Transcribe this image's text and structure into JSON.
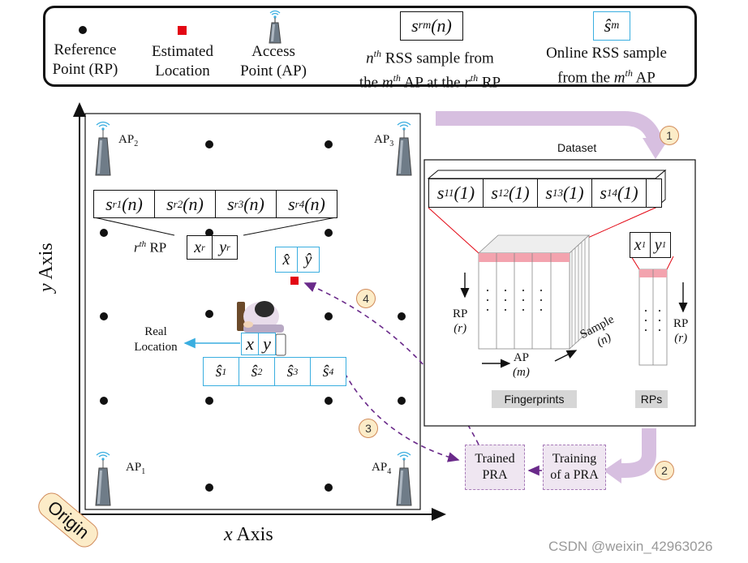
{
  "legend": {
    "reference_point": [
      "Reference",
      "Point (RP)"
    ],
    "estimated_location": [
      "Estimated",
      "Location"
    ],
    "access_point": [
      "Access",
      "Point (AP)"
    ],
    "rss_symbol": "s_rm(n)",
    "rss_desc": [
      "n^th RSS sample from",
      "the m^th AP at the r^th RP"
    ],
    "online_symbol": "ŝ_m",
    "online_desc": [
      "Online RSS  sample",
      "from the m^th  AP"
    ]
  },
  "axes": {
    "x_label": "x Axis",
    "y_label": "y Axis",
    "origin": "Origin"
  },
  "aps": [
    {
      "label": "AP",
      "sub": "2"
    },
    {
      "label": "AP",
      "sub": "3"
    },
    {
      "label": "AP",
      "sub": "1"
    },
    {
      "label": "AP",
      "sub": "4"
    }
  ],
  "rp_row": {
    "cells": [
      "s_r1(n)",
      "s_r2(n)",
      "s_r3(n)",
      "s_r4(n)"
    ],
    "label": "r^th RP",
    "coords": [
      "x_r",
      "y_r"
    ]
  },
  "estimate": {
    "coords": [
      "x̂",
      "ŷ"
    ]
  },
  "real_location": {
    "label": [
      "Real",
      "Location"
    ],
    "coords": [
      "x",
      "y"
    ]
  },
  "online_samples": [
    "ŝ1",
    "ŝ2",
    "ŝ3",
    "ŝ4"
  ],
  "dataset": {
    "title": "Dataset",
    "top_row": [
      "s11(1)",
      "s12(1)",
      "s13(1)",
      "s14(1)"
    ],
    "rp_coords": [
      "x1",
      "y1"
    ],
    "fingerprints_label": "Fingerprints",
    "rps_label": "RPs",
    "rp_axis": [
      "RP",
      "(r)"
    ],
    "ap_axis": [
      "AP",
      "(m)"
    ],
    "sample_axis": [
      "Sample",
      "(n)"
    ]
  },
  "process": {
    "trained": [
      "Trained",
      "PRA"
    ],
    "training": [
      "Training",
      "of a PRA"
    ],
    "steps": [
      "1",
      "2",
      "3",
      "4"
    ]
  },
  "watermark": "CSDN @weixin_42963026",
  "colors": {
    "accent_blue": "#3aaee0",
    "purple": "#6a2a8a",
    "light_purple": "#d7bfe0",
    "red": "#e30613"
  }
}
